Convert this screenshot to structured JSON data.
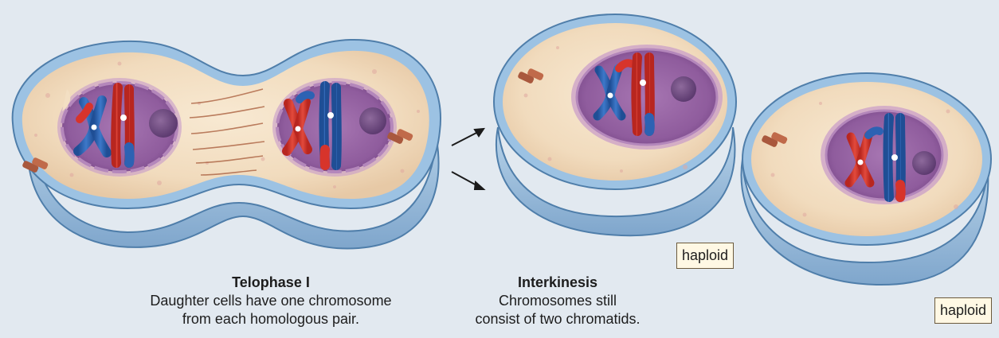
{
  "telophase": {
    "title": "Telophase I",
    "line1": "Daughter cells have one chromosome",
    "line2": "from each homologous pair."
  },
  "interkinesis": {
    "title": "Interkinesis",
    "line1": "Chromosomes still",
    "line2": "consist of two chromatids."
  },
  "labels": {
    "haploid_1": "haploid",
    "haploid_2": "haploid"
  },
  "colors": {
    "background": "#e2e9f0",
    "membrane": "#8fb7da",
    "cytoplasm": "#f3dfc3",
    "nucleus": "#9c67a8",
    "chromosome_red": "#d7342b",
    "chromosome_blue": "#2d62b3"
  }
}
